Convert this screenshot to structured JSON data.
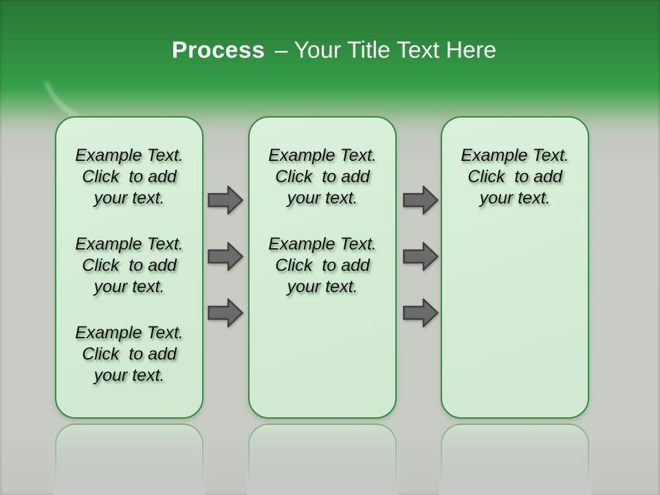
{
  "title": {
    "bold": "Process",
    "rest": "– Your Title Text Here"
  },
  "boxes": [
    {
      "paragraphs": [
        {
          "lines": [
            "Example Text.",
            "Click  to add",
            "your text."
          ]
        },
        {
          "lines": [
            "Example Text.",
            "Click  to add",
            "your text."
          ]
        },
        {
          "lines": [
            "Example Text.",
            "Click  to add",
            "your text."
          ]
        }
      ]
    },
    {
      "paragraphs": [
        {
          "lines": [
            "Example Text.",
            "Click  to add",
            "your text."
          ]
        },
        {
          "lines": [
            "Example Text.",
            "Click  to add",
            "your text."
          ]
        }
      ]
    },
    {
      "paragraphs": [
        {
          "lines": [
            "Example Text.",
            "Click  to add",
            "your text."
          ]
        }
      ]
    }
  ],
  "arrows": {
    "direction": "right",
    "count": 6
  },
  "colors": {
    "header_green_top": "#277733",
    "header_green_bottom": "#38a34c",
    "title_text": "#ffffff",
    "background_gray": "#c7ccc5",
    "box_fill": "#d3ecd4",
    "box_border": "#2e8b3a",
    "body_text": "#0f0f0f",
    "arrow_fill": "#6b6b6b",
    "arrow_stroke": "#3f3f3f"
  }
}
